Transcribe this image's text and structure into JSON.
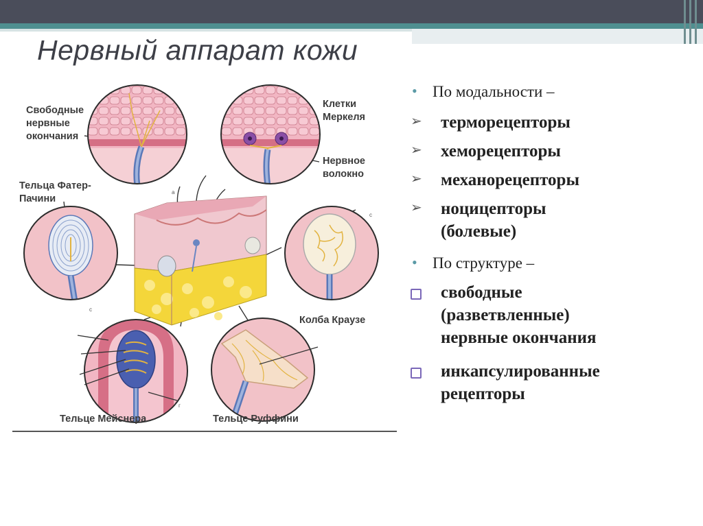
{
  "slide": {
    "title": "Нервный аппарат кожи"
  },
  "figure": {
    "labels": {
      "free_endings": "Свободные\nнервные\nокончания",
      "merkel": "Клетки\nМеркеля",
      "nerve_fiber": "Нервное\nволокно",
      "pacini": "Тельца Фатер-\nПачини",
      "krause": "Колба Краузе",
      "meissner": "Тельце Мейснера",
      "ruffini": "Тельце Руффини"
    },
    "letters": {
      "a": "а",
      "c1": "с",
      "c2": "с",
      "g": "г"
    }
  },
  "content": {
    "modality_heading": "По модальности –",
    "modality_items": [
      "терморецепторы",
      "хеморецепторы",
      "механорецепторы",
      "ноцицепторы\n(болевые)"
    ],
    "structure_heading": "По структуре –",
    "structure_items": [
      "свободные\n(разветвленные)\nнервные окончания",
      "инкапсулированные\nрецепторы"
    ]
  },
  "colors": {
    "accent": "#4f8f90",
    "bullet": "#5b9aa6",
    "checkbox": "#7a67b8",
    "skin_pink": "#f2c2c8",
    "fat_yellow": "#f4d63a",
    "nerve_blue": "#5a78b8"
  }
}
